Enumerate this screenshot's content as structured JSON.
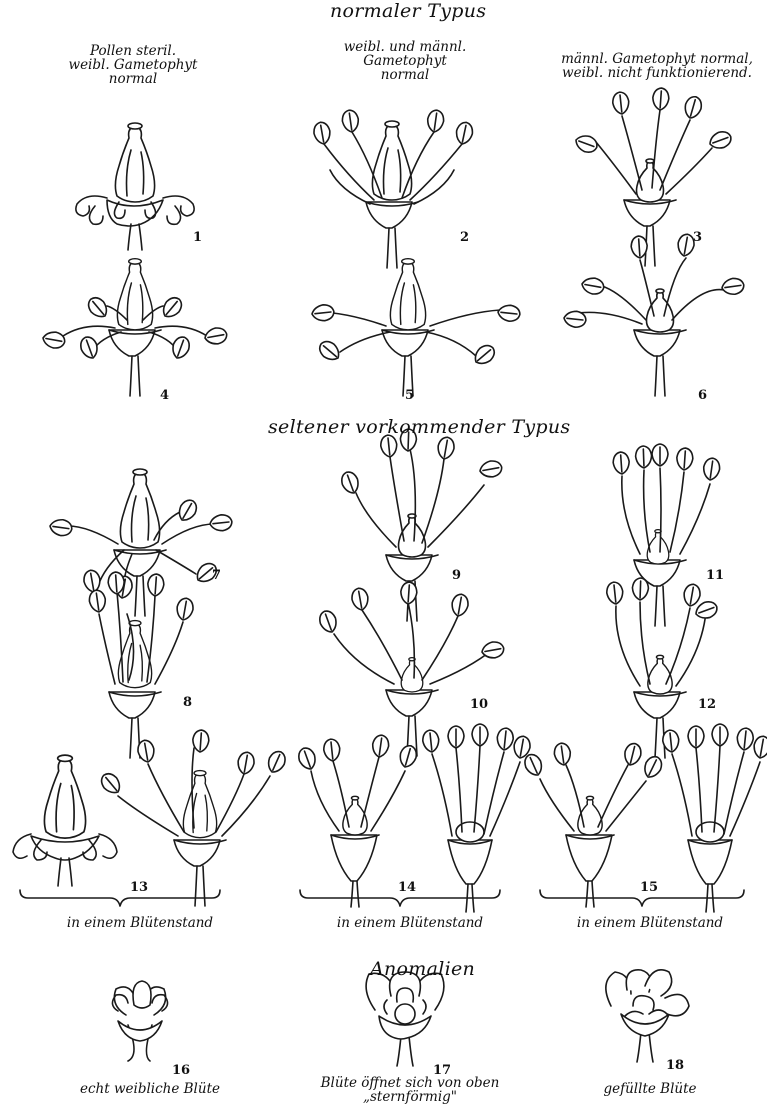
{
  "sections": {
    "normal": "normaler Typus",
    "rare": "seltener vorkommender Typus",
    "anomalies": "Anomalien"
  },
  "top_captions": {
    "col1": [
      "Pollen steril.",
      "weibl. Gametophyt",
      "normal"
    ],
    "col2": [
      "weibl. und männl.",
      "Gametophyt",
      "normal"
    ],
    "col3": [
      "männl. Gametophyt normal,",
      "weibl. nicht funktionierend."
    ]
  },
  "bracket_captions": {
    "b13": "in einem Blütenstand",
    "b14": "in einem Blütenstand",
    "b15": "in einem Blütenstand"
  },
  "anomaly_captions": {
    "c16": "echt weibliche Blüte",
    "c17": [
      "Blüte öffnet sich von oben",
      "„sternförmig\""
    ],
    "c18": "gefüllte Blüte"
  },
  "figures": [
    {
      "id": "fig1",
      "number": "1"
    },
    {
      "id": "fig2",
      "number": "2"
    },
    {
      "id": "fig3",
      "number": "3"
    },
    {
      "id": "fig4",
      "number": "4"
    },
    {
      "id": "fig5",
      "number": "5"
    },
    {
      "id": "fig6",
      "number": "6"
    },
    {
      "id": "fig7",
      "number": "7"
    },
    {
      "id": "fig8",
      "number": "8"
    },
    {
      "id": "fig9",
      "number": "9"
    },
    {
      "id": "fig10",
      "number": "10"
    },
    {
      "id": "fig11",
      "number": "11"
    },
    {
      "id": "fig12",
      "number": "12"
    },
    {
      "id": "fig13",
      "number": "13"
    },
    {
      "id": "fig14",
      "number": "14"
    },
    {
      "id": "fig15",
      "number": "15"
    },
    {
      "id": "fig16",
      "number": "16"
    },
    {
      "id": "fig17",
      "number": "17"
    },
    {
      "id": "fig18",
      "number": "18"
    }
  ]
}
